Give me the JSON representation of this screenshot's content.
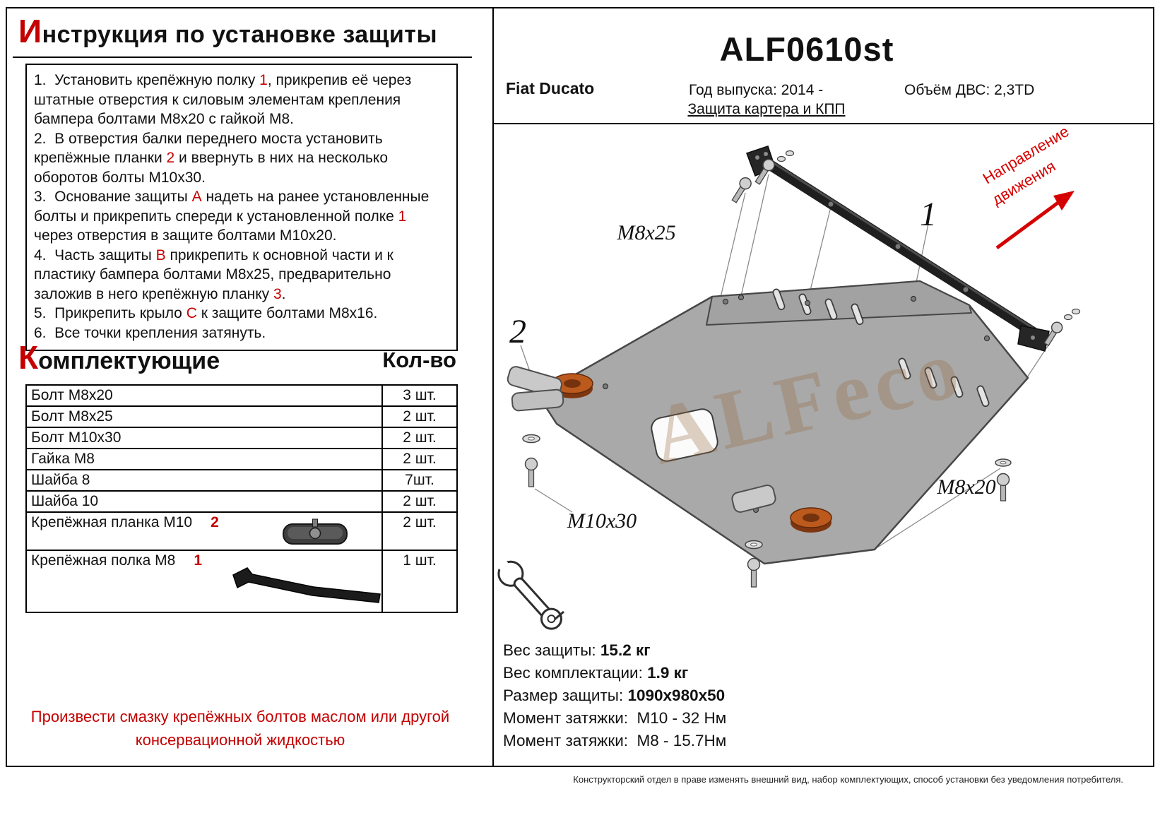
{
  "left": {
    "title_cap": "И",
    "title_rest": "нструкция по установке защиты",
    "steps": [
      [
        {
          "t": "1.  Установить крепёжную полку "
        },
        {
          "t": "1",
          "r": true
        },
        {
          "t": ", прикрепив её через штатные отверстия к силовым элементам крепления бампера болтами М8х20 с гайкой М8."
        }
      ],
      [
        {
          "t": "2.  В отверстия балки переднего моста установить крепёжные планки "
        },
        {
          "t": "2",
          "r": true
        },
        {
          "t": " и ввернуть в них на несколько оборотов болты М10х30."
        }
      ],
      [
        {
          "t": "3.  Основание защиты "
        },
        {
          "t": "А",
          "r": true
        },
        {
          "t": " надеть на ранее установленные болты и прикрепить спереди к установленной полке "
        },
        {
          "t": "1",
          "r": true
        },
        {
          "t": " через отверстия в защите болтами М10х20."
        }
      ],
      [
        {
          "t": "4.  Часть защиты "
        },
        {
          "t": "В",
          "r": true
        },
        {
          "t": " прикрепить к основной части и к пластику бампера болтами М8х25, предварительно заложив в него крепёжную планку "
        },
        {
          "t": "3",
          "r": true
        },
        {
          "t": "."
        }
      ],
      [
        {
          "t": "5.  Прикрепить крыло "
        },
        {
          "t": "С",
          "r": true
        },
        {
          "t": " к защите болтами М8х16."
        }
      ],
      [
        {
          "t": "6.  Все точки крепления затянуть."
        }
      ]
    ],
    "parts_title_cap": "К",
    "parts_title_rest": "омплектующие",
    "qty_header": "Кол-во",
    "parts": [
      {
        "label": "Болт М8х20",
        "qty": "3 шт."
      },
      {
        "label": "Болт М8х25",
        "qty": "2 шт."
      },
      {
        "label": "Болт М10х30",
        "qty": "2 шт."
      },
      {
        "label": "Гайка М8",
        "qty": "2 шт."
      },
      {
        "label": "Шайба 8",
        "qty": "7шт."
      },
      {
        "label": "Шайба 10",
        "qty": "2 шт."
      },
      {
        "label": "Крепёжная планка М10",
        "num": "2",
        "icon": "clamp-plate",
        "qty": "2 шт."
      },
      {
        "label": "Крепёжная полка М8",
        "num": "1",
        "icon": "shelf-bracket",
        "qty": "1 шт."
      }
    ],
    "note": "Произвести смазку крепёжных болтов маслом или другой консервационной жидкостью"
  },
  "header": {
    "code": "ALF0610st",
    "model": "Fiat Ducato",
    "year": "Год выпуска: 2014 -",
    "engine": "Объём ДВС: 2,3TD",
    "subtitle": "Защита картера и КПП"
  },
  "diagram": {
    "labels": {
      "part1": "1",
      "part2": "2",
      "m8x25": "М8х25",
      "m8x20": "М8х20",
      "m10x30": "М10х30",
      "direction_line1": "Направление",
      "direction_line2": "движения",
      "watermark": "ALFeco"
    }
  },
  "specs": [
    {
      "label": "Вес защиты: ",
      "value": "15.2 кг",
      "bold": true
    },
    {
      "label": "Вес комплектации: ",
      "value": "1.9 кг",
      "bold": true
    },
    {
      "label": "Размер защиты: ",
      "value": "1090x980x50",
      "bold": true
    },
    {
      "label": "Момент затяжки:  ",
      "value": "М10 - 32 Нм",
      "bold": false
    },
    {
      "label": "Момент затяжки:  ",
      "value": "М8 - 15.7Нм",
      "bold": false
    }
  ],
  "footer": {
    "disclaimer": "Конструкторский отдел в праве изменять внешний вид, набор комплектующих, способ установки без уведомления потребителя."
  }
}
